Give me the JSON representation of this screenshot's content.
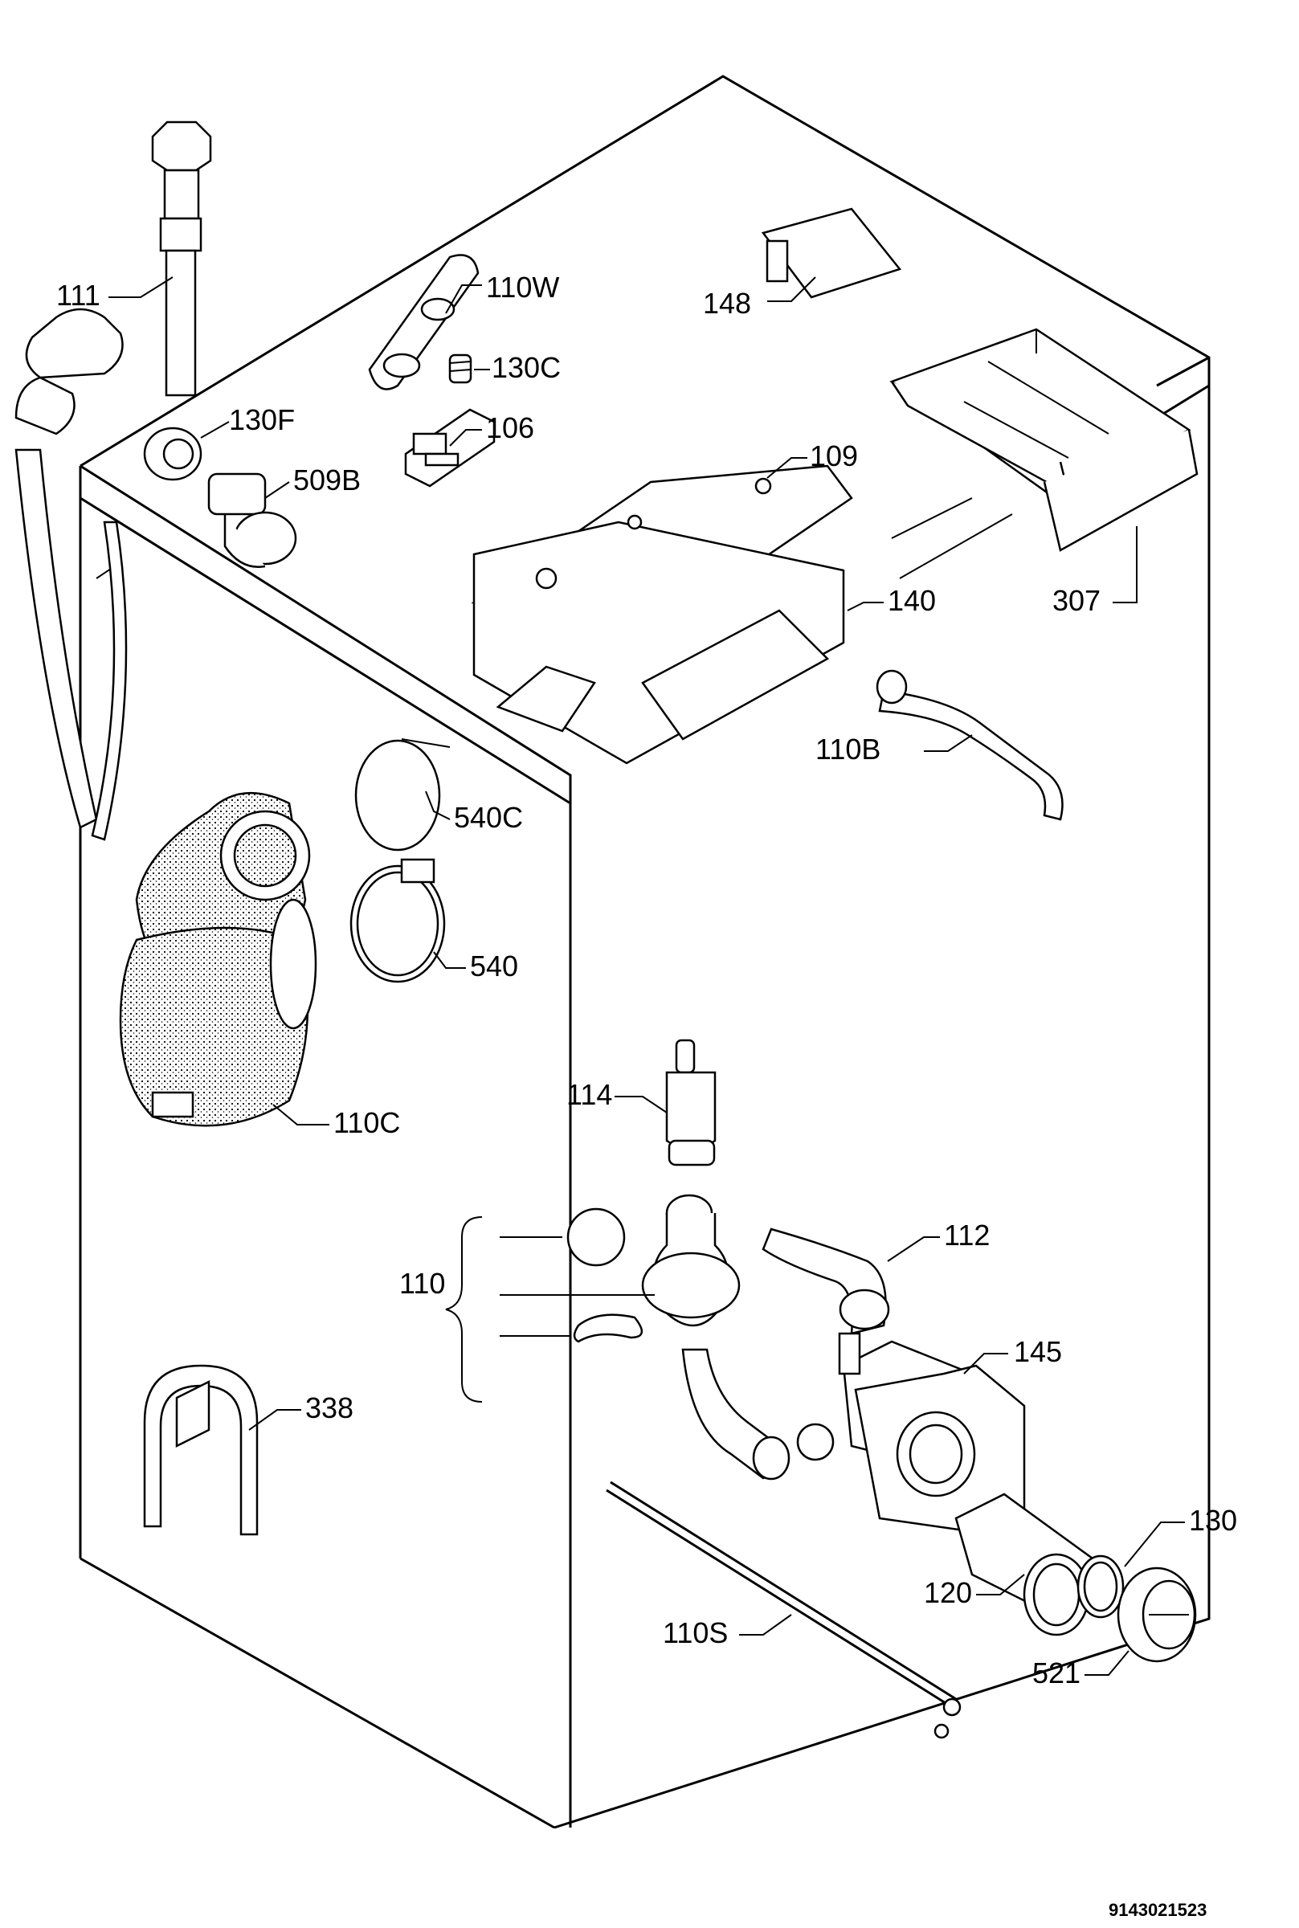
{
  "document_number": "9143021523",
  "parts": [
    {
      "id": "p111",
      "label": "111"
    },
    {
      "id": "p110W",
      "label": "110W"
    },
    {
      "id": "p148",
      "label": "148"
    },
    {
      "id": "p130C",
      "label": "130C"
    },
    {
      "id": "p130F",
      "label": "130F"
    },
    {
      "id": "p106",
      "label": "106"
    },
    {
      "id": "p509B",
      "label": "509B"
    },
    {
      "id": "p109",
      "label": "109"
    },
    {
      "id": "p140",
      "label": "140"
    },
    {
      "id": "p307",
      "label": "307"
    },
    {
      "id": "p110B",
      "label": "110B"
    },
    {
      "id": "p540C",
      "label": "540C"
    },
    {
      "id": "p540",
      "label": "540"
    },
    {
      "id": "p110C",
      "label": "110C"
    },
    {
      "id": "p114",
      "label": "114"
    },
    {
      "id": "p110",
      "label": "110"
    },
    {
      "id": "p112",
      "label": "112"
    },
    {
      "id": "p145",
      "label": "145"
    },
    {
      "id": "p338",
      "label": "338"
    },
    {
      "id": "p130",
      "label": "130"
    },
    {
      "id": "p120",
      "label": "120"
    },
    {
      "id": "p110S",
      "label": "110S"
    },
    {
      "id": "p521",
      "label": "521"
    }
  ]
}
